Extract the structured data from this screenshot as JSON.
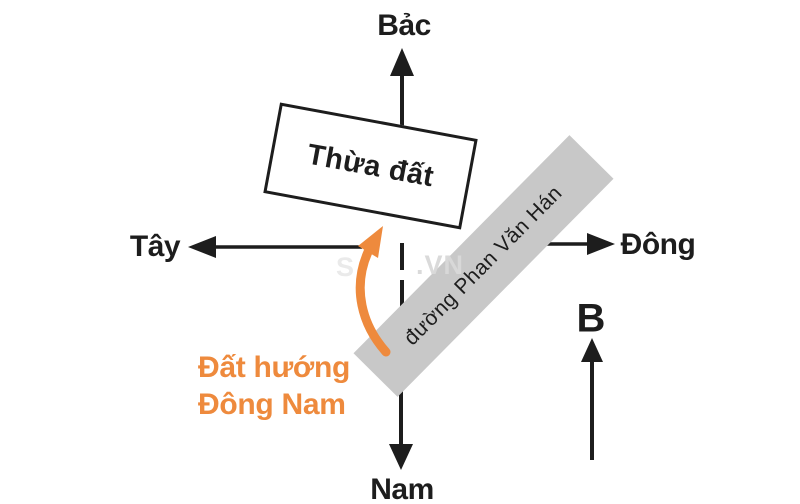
{
  "colors": {
    "accent_orange": "#EE8A3D",
    "road_gray": "#C8C8C8",
    "ink_black": "#1D1D1D",
    "watermark_gray": "#D9D9D9"
  },
  "compass": {
    "north": "Bảc",
    "west": "Tây",
    "east": "Đông",
    "south": "Nam",
    "north_short": "B"
  },
  "parcel": {
    "label": "Thừa đất"
  },
  "road": {
    "name": "đường Phan Văn Hán"
  },
  "orientation_note": {
    "line1": "Đất hướng",
    "line2": "Đông Nam"
  },
  "watermark": {
    "prefix": "S",
    "suffix": ".VN"
  }
}
